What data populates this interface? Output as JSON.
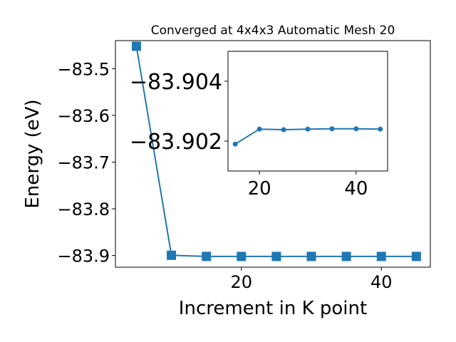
{
  "chart_data": [
    {
      "type": "line",
      "title": "Converged at 4x4x3 Automatic Mesh 20",
      "xlabel": "Increment in K point",
      "ylabel": "Energy (eV)",
      "xlim": [
        2,
        47
      ],
      "ylim": [
        -83.925,
        -83.44
      ],
      "xticks": [
        20,
        40
      ],
      "xtick_labels": [
        "20",
        "40"
      ],
      "yticks": [
        -83.5,
        -83.6,
        -83.7,
        -83.8,
        -83.9
      ],
      "ytick_labels": [
        "−83.5",
        "−83.6",
        "−83.7",
        "−83.8",
        "−83.9"
      ],
      "marker": "square",
      "color": "#1f77b4",
      "grid": false,
      "series": [
        {
          "x": [
            5,
            10,
            15,
            20,
            25,
            30,
            35,
            40,
            45
          ],
          "y": [
            -83.452,
            -83.8995,
            -83.9019,
            -83.902,
            -83.902,
            -83.902,
            -83.902,
            -83.902,
            -83.902
          ]
        }
      ]
    },
    {
      "type": "line",
      "xlim": [
        13.5,
        46.5
      ],
      "ylim": [
        -83.901,
        -83.905
      ],
      "xticks": [
        20,
        40
      ],
      "xtick_labels": [
        "20",
        "40"
      ],
      "yticks": [
        -83.904,
        -83.902
      ],
      "ytick_labels": [
        "−83.904",
        "−83.902"
      ],
      "marker": "circle",
      "color": "#1f77b4",
      "grid": false,
      "series": [
        {
          "x": [
            15,
            20,
            25,
            30,
            35,
            40,
            45
          ],
          "y": [
            -83.9019,
            -83.9024,
            -83.90238,
            -83.9024,
            -83.90241,
            -83.90241,
            -83.9024
          ]
        }
      ]
    }
  ]
}
